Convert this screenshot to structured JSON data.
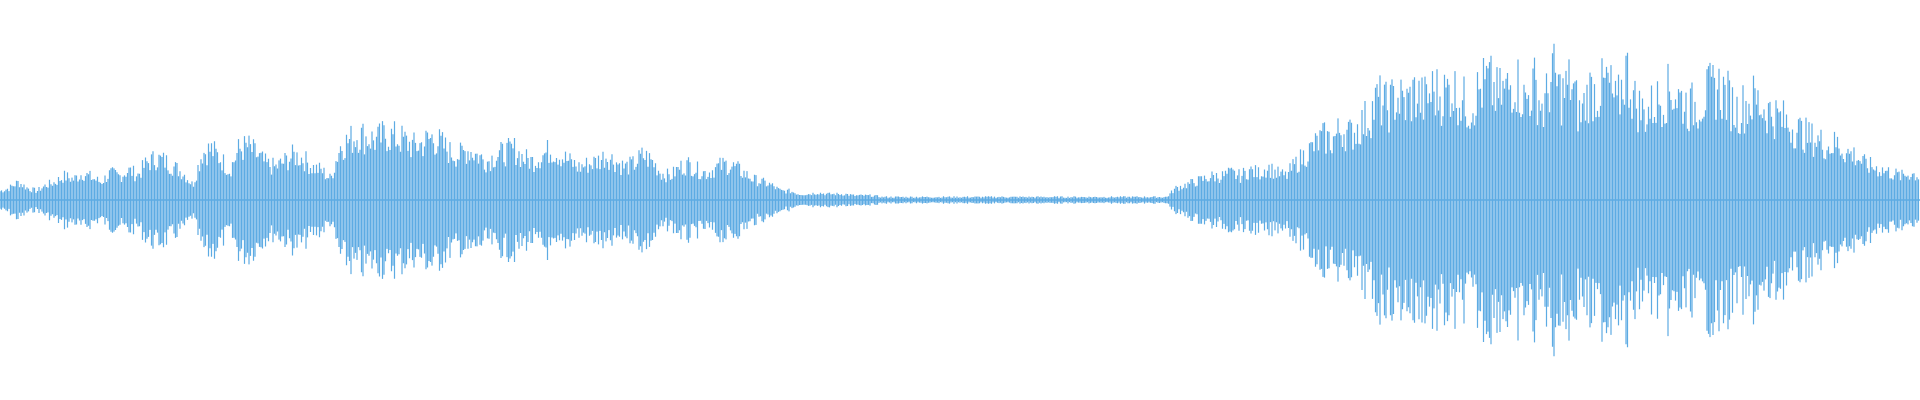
{
  "waveform": {
    "color": "#5dabe3",
    "background": "#ffffff",
    "amplitude_envelope": [
      0.06,
      0.08,
      0.12,
      0.08,
      0.06,
      0.1,
      0.12,
      0.16,
      0.14,
      0.18,
      0.15,
      0.12,
      0.18,
      0.16,
      0.2,
      0.17,
      0.25,
      0.28,
      0.26,
      0.22,
      0.18,
      0.1,
      0.32,
      0.34,
      0.28,
      0.2,
      0.34,
      0.36,
      0.3,
      0.24,
      0.22,
      0.26,
      0.3,
      0.28,
      0.22,
      0.2,
      0.14,
      0.36,
      0.4,
      0.44,
      0.42,
      0.4,
      0.44,
      0.42,
      0.4,
      0.36,
      0.38,
      0.42,
      0.38,
      0.32,
      0.3,
      0.34,
      0.3,
      0.26,
      0.3,
      0.32,
      0.34,
      0.28,
      0.26,
      0.3,
      0.34,
      0.3,
      0.26,
      0.22,
      0.24,
      0.26,
      0.3,
      0.26,
      0.22,
      0.24,
      0.3,
      0.26,
      0.18,
      0.16,
      0.22,
      0.24,
      0.2,
      0.18,
      0.22,
      0.24,
      0.22,
      0.18,
      0.14,
      0.12,
      0.1,
      0.06,
      0.06,
      0.04,
      0.04,
      0.05,
      0.04,
      0.04,
      0.04,
      0.03,
      0.03,
      0.03,
      0.02,
      0.02,
      0.02,
      0.02,
      0.02,
      0.02,
      0.02,
      0.02,
      0.02,
      0.02,
      0.02,
      0.02,
      0.02,
      0.02,
      0.02,
      0.02,
      0.02,
      0.02,
      0.02,
      0.02,
      0.02,
      0.02,
      0.02,
      0.02,
      0.02,
      0.02,
      0.02,
      0.02,
      0.02,
      0.02,
      0.02,
      0.02,
      0.08,
      0.1,
      0.12,
      0.14,
      0.16,
      0.16,
      0.18,
      0.16,
      0.2,
      0.18,
      0.22,
      0.18,
      0.16,
      0.24,
      0.3,
      0.36,
      0.42,
      0.4,
      0.48,
      0.44,
      0.5,
      0.56,
      0.68,
      0.62,
      0.7,
      0.64,
      0.72,
      0.66,
      0.74,
      0.7,
      0.76,
      0.68,
      0.62,
      0.74,
      0.8,
      0.7,
      0.74,
      0.82,
      0.66,
      0.78,
      0.6,
      0.86,
      0.7,
      0.8,
      0.56,
      0.74,
      0.72,
      0.8,
      0.62,
      0.88,
      0.66,
      0.58,
      0.64,
      0.7,
      0.74,
      0.68,
      0.62,
      0.66,
      0.72,
      0.76,
      0.7,
      0.6,
      0.64,
      0.68,
      0.62,
      0.58,
      0.54,
      0.5,
      0.46,
      0.42,
      0.4,
      0.36,
      0.38,
      0.32,
      0.3,
      0.24,
      0.22,
      0.2,
      0.18,
      0.16,
      0.18,
      0.16
    ]
  }
}
